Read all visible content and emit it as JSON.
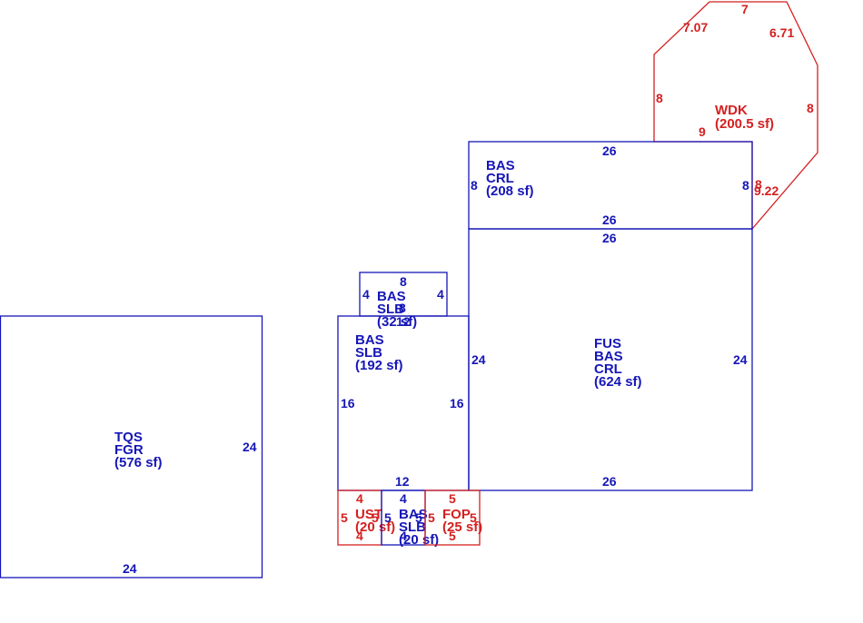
{
  "colors": {
    "main": "#1616b8",
    "accent": "#d42020"
  },
  "areas": [
    {
      "id": "wdk",
      "lines": [
        "WDK",
        "(200.5 sf)"
      ],
      "dims": [
        "7",
        "7.07",
        "6.71",
        "8",
        "8",
        "9",
        "9.22",
        "8"
      ]
    },
    {
      "id": "bas-crl",
      "lines": [
        "BAS",
        "CRL",
        "(208 sf)"
      ],
      "dims": [
        "26",
        "26",
        "8",
        "8"
      ]
    },
    {
      "id": "fus",
      "lines": [
        "FUS",
        "BAS",
        "CRL",
        "(624 sf)"
      ],
      "dims": [
        "26",
        "26",
        "24",
        "24"
      ]
    },
    {
      "id": "bas-slb-32",
      "lines": [
        "BAS",
        "SLB",
        "(32 sf)"
      ],
      "dims": [
        "8",
        "8",
        "4",
        "4"
      ]
    },
    {
      "id": "bas-slb-192",
      "lines": [
        "BAS",
        "SLB",
        "(192 sf)"
      ],
      "dims": [
        "12",
        "12",
        "16",
        "16"
      ]
    },
    {
      "id": "tqs",
      "lines": [
        "TQS",
        "FGR",
        "(576 sf)"
      ],
      "dims": [
        "24",
        "24"
      ]
    },
    {
      "id": "ust",
      "lines": [
        "UST",
        "(20 sf)"
      ],
      "dims": [
        "4",
        "4",
        "5",
        "5"
      ]
    },
    {
      "id": "bas-slb-20",
      "lines": [
        "BAS",
        "SLB",
        "(20 sf)"
      ],
      "dims": [
        "4",
        "4",
        "5",
        "5"
      ]
    },
    {
      "id": "fop",
      "lines": [
        "FOP",
        "(25 sf)"
      ],
      "dims": [
        "5",
        "5",
        "5",
        "5"
      ]
    }
  ]
}
